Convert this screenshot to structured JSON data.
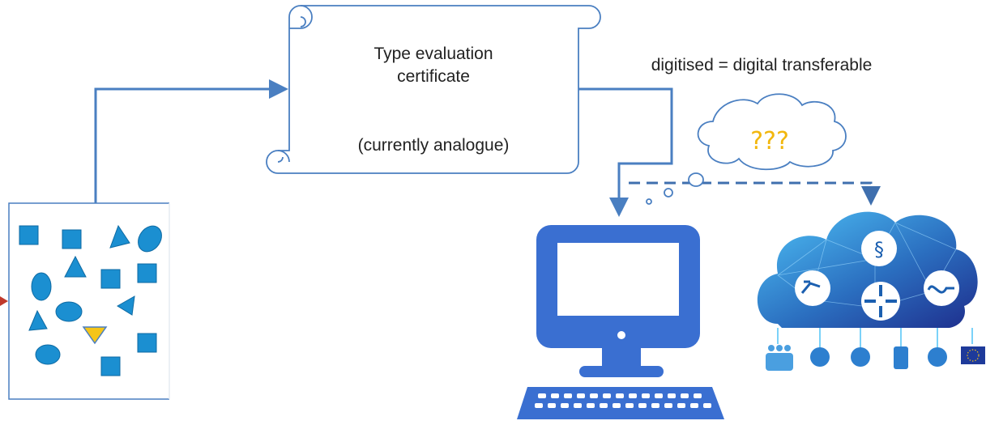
{
  "certificate": {
    "title_line1": "Type evaluation",
    "title_line2": "certificate",
    "status": "(currently analogue)"
  },
  "transfer_label": "digitised = digital transferable",
  "thought_text": "???",
  "cloud": {
    "section_symbol": "§"
  },
  "colors": {
    "connector": "#4a7fc1",
    "shape_fill": "#1b8fd1",
    "shape_stroke": "#0e6aa3",
    "highlight_triangle": "#f5c518",
    "computer": "#3a6fd1",
    "cloud_dark": "#1e2d8c",
    "cloud_light": "#4fc3f7",
    "question_marks": "#f2b70e",
    "incoming_arrow": "#c0392b"
  }
}
